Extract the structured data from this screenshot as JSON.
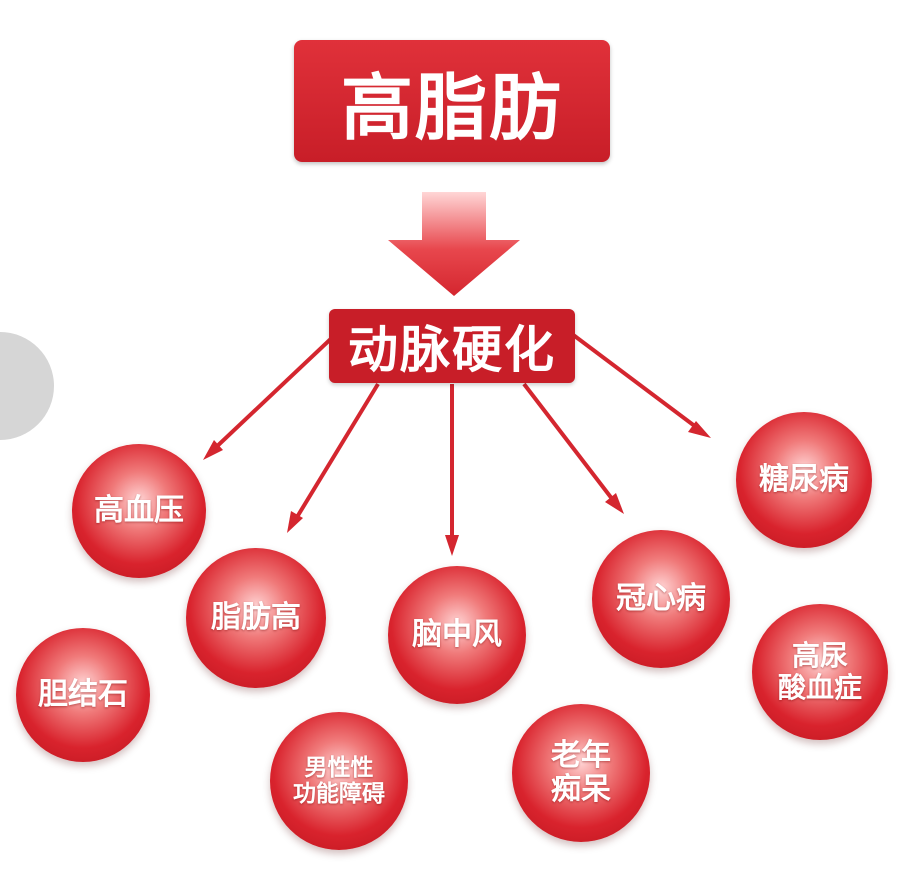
{
  "diagram": {
    "title": "高脂肪",
    "center": "动脉硬化",
    "diseases": [
      [
        "高血压"
      ],
      [
        "胆结石"
      ],
      [
        "脂肪高"
      ],
      [
        "男性性",
        "功能障碍"
      ],
      [
        "脑中风"
      ],
      [
        "老年",
        "痴呆"
      ],
      [
        "冠心病"
      ],
      [
        "糖尿病"
      ],
      [
        "高尿",
        "酸血症"
      ]
    ]
  },
  "colors": {
    "primary_red": "#c81e28",
    "arrow_red": "#d4262f",
    "background": "#ffffff"
  }
}
